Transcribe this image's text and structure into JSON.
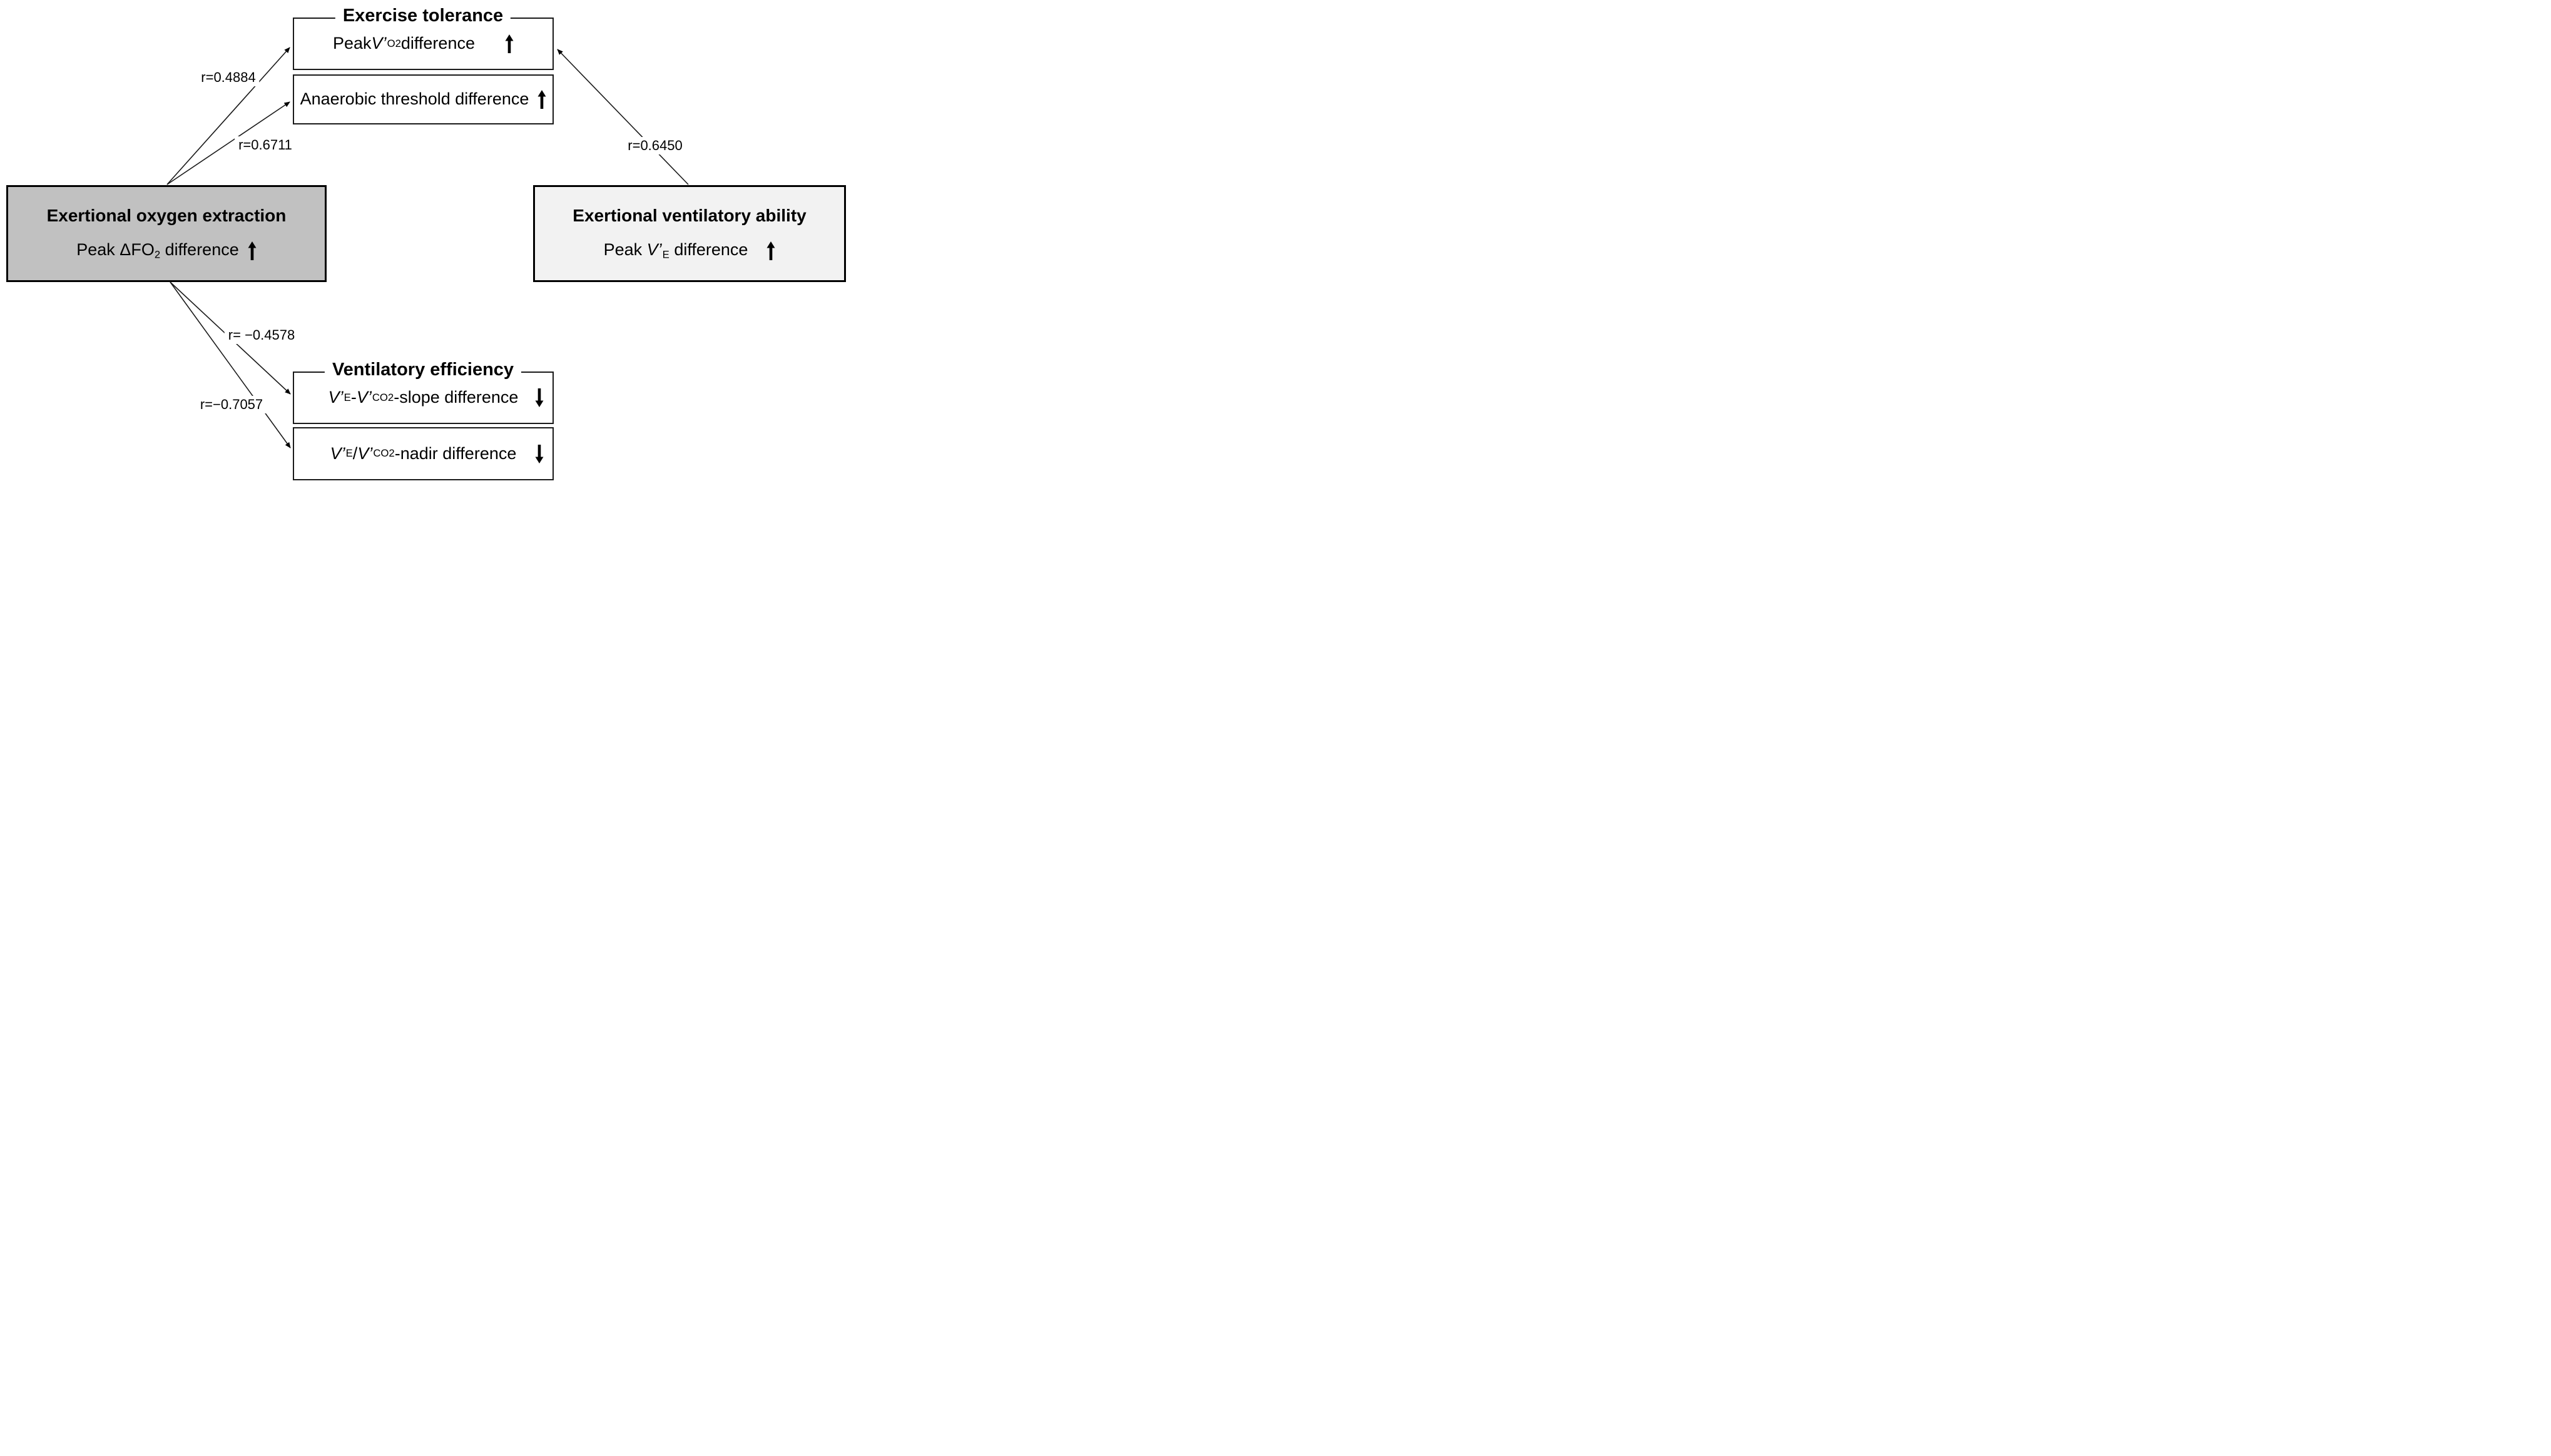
{
  "figure": {
    "background": "#ffffff",
    "colors": {
      "oxygen_box_fill": "#c1c1c1",
      "ventilatory_box_fill": "#f2f2f2",
      "border": "#000000",
      "text": "#000000"
    },
    "icons": {
      "up": "thick-up-arrow",
      "down": "thick-down-arrow",
      "connector_head": "small-arrowhead"
    },
    "groups": {
      "exercise_tolerance": "Exercise tolerance",
      "ventilatory_efficiency": "Ventilatory efficiency"
    },
    "boxes": {
      "peak_vo2": {
        "p1": "Peak ",
        "v": "V’",
        "s": "O2",
        "p2": " difference",
        "arrow": "up"
      },
      "anaerobic": {
        "text": "Anaerobic threshold difference",
        "arrow": "up"
      },
      "oxygen_extraction": {
        "title": "Exertional oxygen extraction",
        "p1": "Peak ΔFO",
        "s": "2",
        "p2": " difference",
        "arrow": "up"
      },
      "ventilatory_ability": {
        "title": "Exertional ventilatory ability",
        "p1": "Peak ",
        "v": "V’",
        "s": "E",
        "p2": " difference",
        "arrow": "up"
      },
      "slope": {
        "v1": "V’",
        "s1": "E",
        "sep": "-",
        "v2": "V’",
        "s2": "CO2",
        "tail": "-slope difference",
        "arrow": "down"
      },
      "nadir": {
        "v1": "V’",
        "s1": "E",
        "sep": "/",
        "v2": "V’",
        "s2": "CO2",
        "tail": "-nadir difference",
        "arrow": "down"
      }
    },
    "correlations": {
      "r_peak_vo2": "r=0.4884",
      "r_anaerobic": "r=0.6711",
      "r_peak_ve": "r=0.6450",
      "r_slope": "r= −0.4578",
      "r_nadir": "r=−0.7057"
    }
  }
}
